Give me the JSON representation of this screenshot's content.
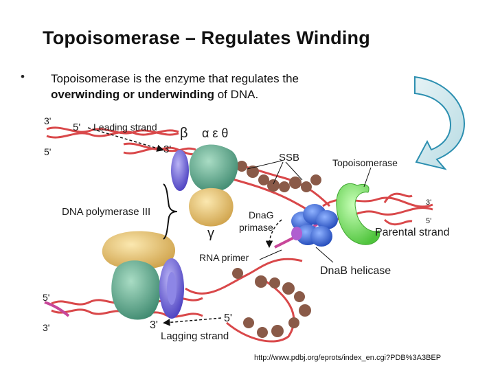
{
  "slide": {
    "title": "Topoisomerase – Regulates Winding",
    "bullet": {
      "text_before": "Topoisomerase is the enzyme that regulates the",
      "bold_text": "overwinding or underwinding",
      "text_after": " of DNA."
    },
    "source_url": "http://www.pdbj.org/eprots/index_en.cgi?PDB%3A3BEP"
  },
  "figure": {
    "labels": {
      "leading_strand": "Leading strand",
      "lagging_strand": "Lagging strand",
      "ssb": "SSB",
      "topoisomerase": "Topoisomerase",
      "parental_strand": "Parental strand",
      "dna_polymerase_iii": "DNA polymerase III",
      "dnag": "DnaG",
      "primase": "primase",
      "rna_primer": "RNA primer",
      "dnab_helicase": "DnaB helicase",
      "beta": "β",
      "alpha_epsilon_theta": "α ε θ",
      "gamma": "γ"
    },
    "strand_ends": {
      "top_left_3": "3'",
      "top_left_5": "5'",
      "leading_5": "5'",
      "leading_3": "3'",
      "parental_3": "3'",
      "parental_5": "5'",
      "bottom_left_5": "5'",
      "bottom_left_3": "3'",
      "lagging_3": "3'",
      "lagging_5": "5'"
    },
    "colors": {
      "dna_backbone": "#d9484a",
      "topoisomerase": "#7de86a",
      "helicase": "#3b6ee0",
      "polymerase_core": "#5fa88e",
      "clamp": "#6b63d8",
      "gamma_complex": "#e8c56a",
      "ssb": "#8a5a48",
      "curved_arrow": "#cfe6ec"
    }
  }
}
